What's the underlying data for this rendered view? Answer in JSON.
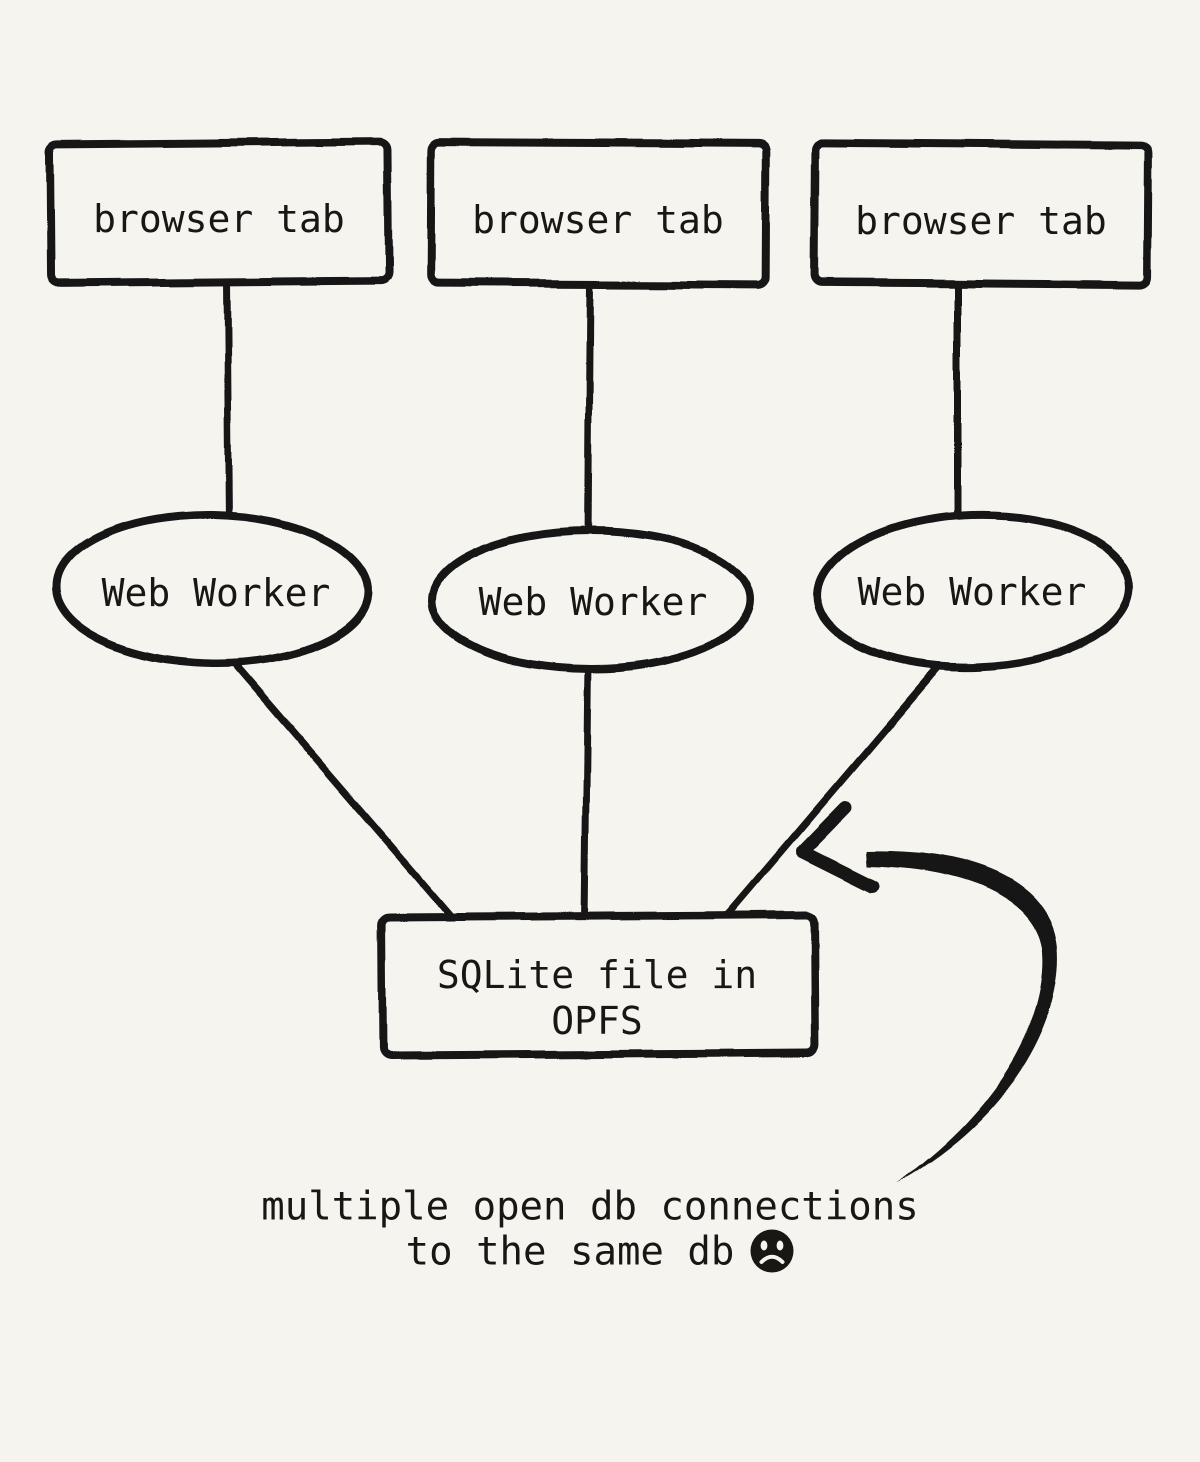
{
  "colors": {
    "background": "#f6f4ef",
    "ink": "#191714"
  },
  "nodes": {
    "browser_tabs": [
      {
        "label": "browser tab"
      },
      {
        "label": "browser tab"
      },
      {
        "label": "browser tab"
      }
    ],
    "web_workers": [
      {
        "label": "Web Worker"
      },
      {
        "label": "Web Worker"
      },
      {
        "label": "Web Worker"
      }
    ],
    "sqlite_file": {
      "label_line1": "SQLite file in",
      "label_line2": "OPFS"
    }
  },
  "connections": [
    {
      "from": "browser-tab-1",
      "to": "web-worker-1"
    },
    {
      "from": "browser-tab-2",
      "to": "web-worker-2"
    },
    {
      "from": "browser-tab-3",
      "to": "web-worker-3"
    },
    {
      "from": "web-worker-1",
      "to": "sqlite-file"
    },
    {
      "from": "web-worker-2",
      "to": "sqlite-file"
    },
    {
      "from": "web-worker-3",
      "to": "sqlite-file"
    }
  ],
  "curved_arrow": {
    "points_to": "sqlite-file"
  },
  "caption": {
    "line1": "multiple open db connections",
    "line2": "to the same db",
    "emoji": {
      "name": "frowning-face-icon",
      "glyph": "☹"
    }
  }
}
